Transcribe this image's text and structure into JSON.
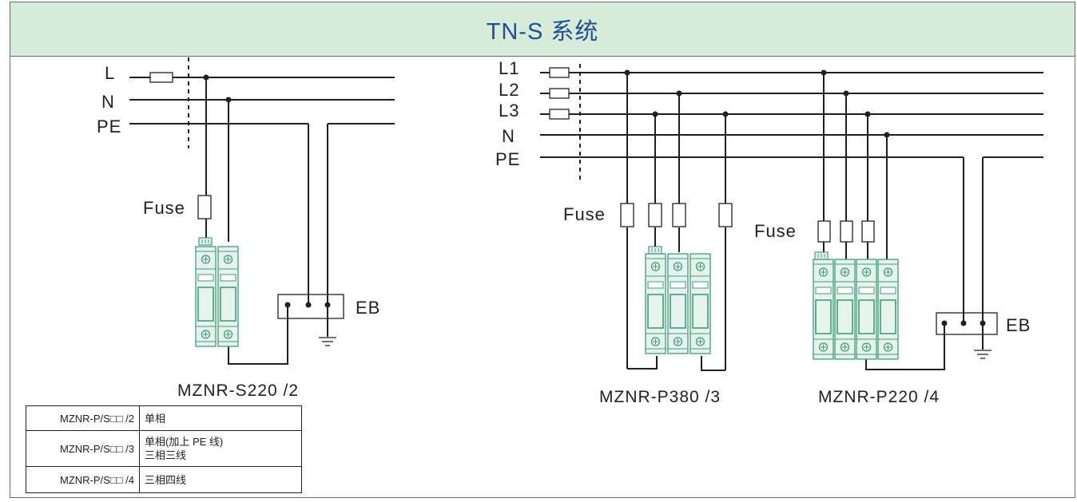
{
  "title": "TN-S 系统",
  "left_diagram": {
    "lines": [
      "L",
      "N",
      "PE"
    ],
    "fuse_label": "Fuse",
    "eb_label": "EB",
    "model": "MZNR-S220 /2"
  },
  "right_diagram": {
    "lines": [
      "L1",
      "L2",
      "L3",
      "N",
      "PE"
    ],
    "fuse_label_a": "Fuse",
    "fuse_label_b": "Fuse",
    "eb_label": "EB",
    "model_a": "MZNR-P380 /3",
    "model_b": "MZNR-P220 /4"
  },
  "table": {
    "rows": [
      {
        "model": "MZNR-P/S□□ /2",
        "desc": [
          "单相"
        ]
      },
      {
        "model": "MZNR-P/S□□ /3",
        "desc": [
          "单相(加上 PE 线)",
          "三相三线"
        ]
      },
      {
        "model": "MZNR-P/S□□ /4",
        "desc": [
          "三相四线"
        ]
      }
    ]
  },
  "colors": {
    "header_bg": "#d6ecd9",
    "title_text": "#1f4e9a",
    "module_green": "#3f9d7b",
    "module_fill": "#e6f3ec",
    "wire": "#231f20"
  }
}
